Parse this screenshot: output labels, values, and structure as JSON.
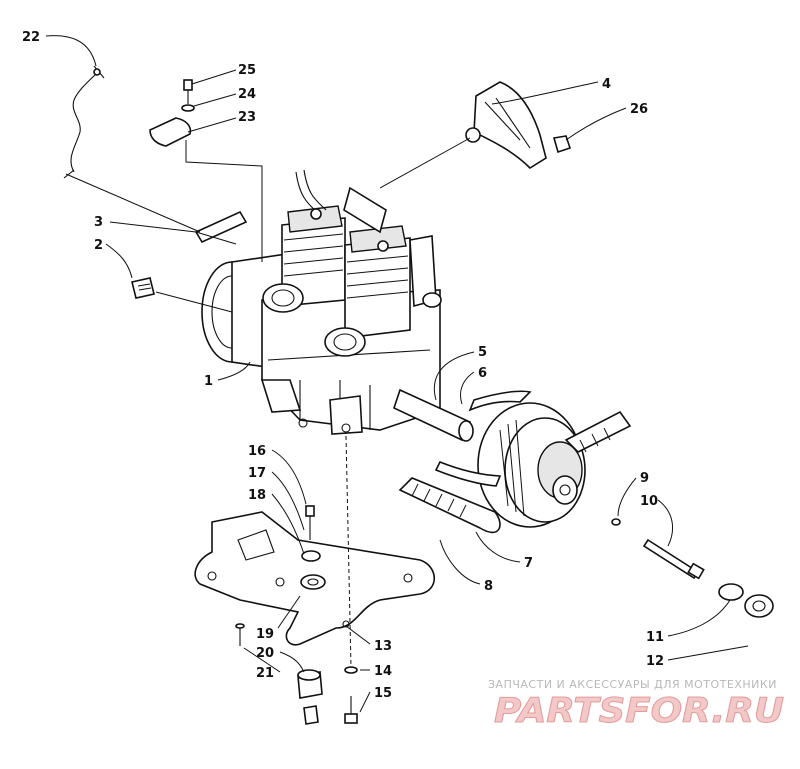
{
  "callouts": [
    "1",
    "2",
    "3",
    "4",
    "5",
    "6",
    "7",
    "8",
    "9",
    "10",
    "11",
    "12",
    "13",
    "14",
    "15",
    "16",
    "17",
    "18",
    "19",
    "20",
    "21",
    "22",
    "23",
    "24",
    "25",
    "26"
  ],
  "watermark": {
    "tagline": "ЗАПЧАСТИ И АКСЕССУАРЫ ДЛЯ МОТОТЕХНИКИ",
    "logo": "PARTSFOR.RU"
  }
}
